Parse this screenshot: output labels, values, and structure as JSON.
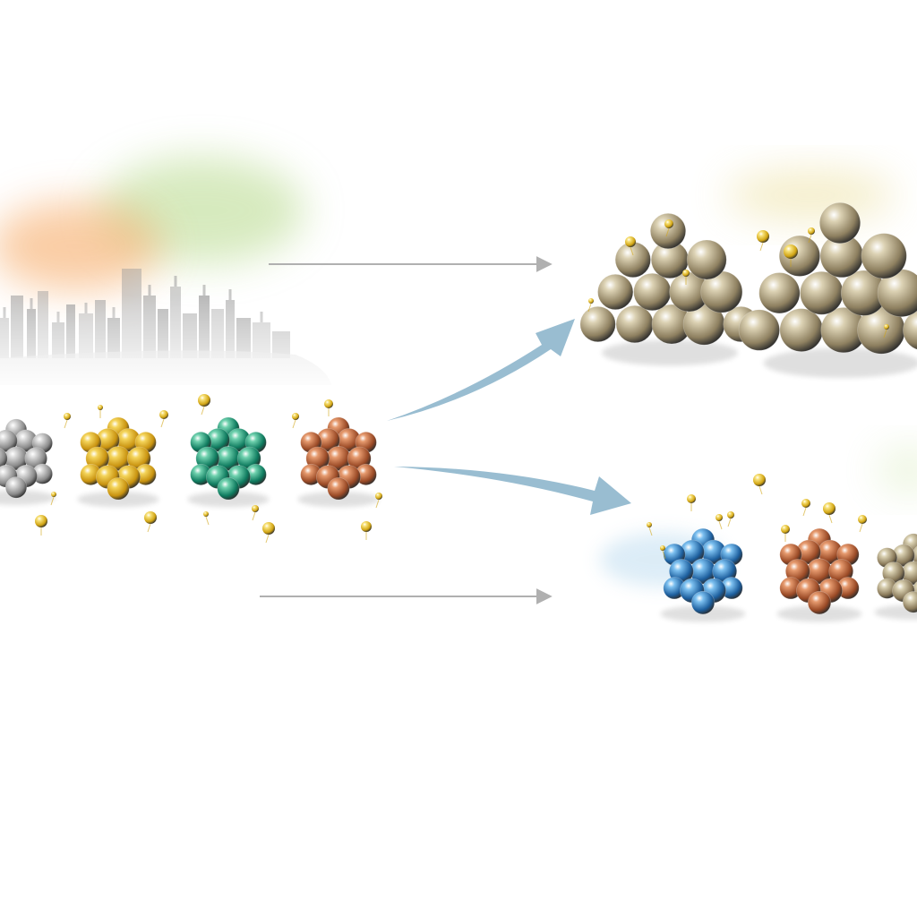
{
  "scene": {
    "background": "#ffffff",
    "haze_colors": {
      "orange": "#f6a45c",
      "green": "#b6d98a",
      "yellow": "#e8d98a",
      "blue": "#9ccbe8"
    },
    "skyline_color": "#9a9a9a",
    "arrow_gray": "#b0b0b0",
    "arrow_blue": "#93b9cf"
  },
  "clusters": {
    "source": [
      {
        "name": "gray-nanoparticle-cluster",
        "color": "#8a8a8a",
        "highlight": "#d9d9d9"
      },
      {
        "name": "gold-nanoparticle-cluster",
        "color": "#c8920f",
        "highlight": "#f4d45a"
      },
      {
        "name": "green-nanoparticle-cluster",
        "color": "#0e7a5e",
        "highlight": "#6fd1ae"
      },
      {
        "name": "copper-nanoparticle-cluster",
        "color": "#9a4a26",
        "highlight": "#e69a6e"
      }
    ],
    "aggregated": [
      {
        "name": "aggregated-bronze-pile-1",
        "color": "#8e8060",
        "highlight": "#dcd2b4"
      },
      {
        "name": "aggregated-bronze-pile-2",
        "color": "#8e8060",
        "highlight": "#dcd2b4"
      }
    ],
    "transformed": [
      {
        "name": "blue-nanoparticle-cluster",
        "color": "#1d5f9e",
        "highlight": "#7cc0f0"
      },
      {
        "name": "copper-nanoparticle-cluster-right",
        "color": "#9a4a26",
        "highlight": "#e69a6e"
      },
      {
        "name": "mixed-nanoparticle-cluster-partial",
        "color": "#8a7a5a",
        "highlight": "#d8cfb0"
      }
    ],
    "satellite_color": "#d1a412"
  }
}
